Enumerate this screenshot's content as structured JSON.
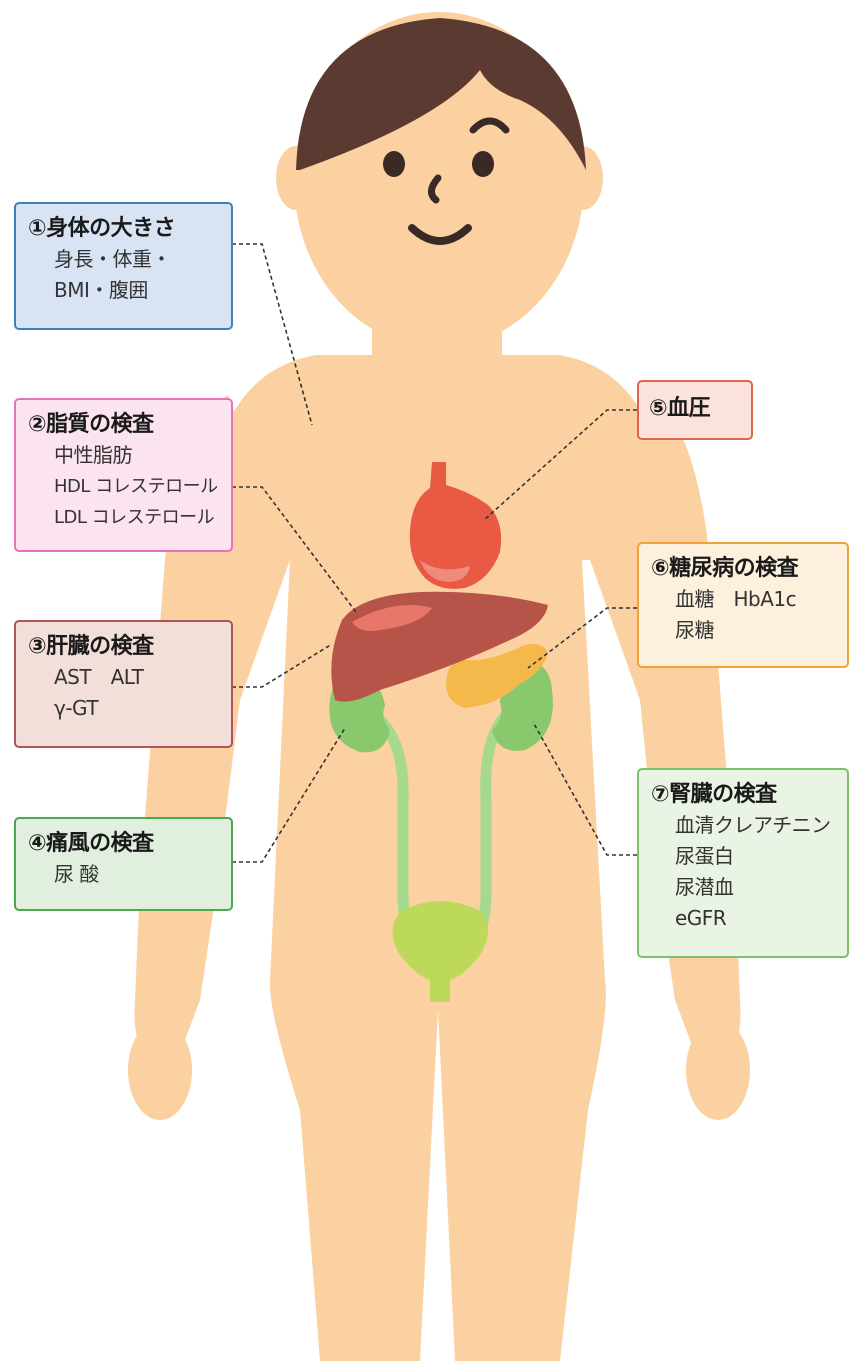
{
  "boxes": [
    {
      "key": "body_size",
      "number": "①",
      "title": "身体の大きさ",
      "items": [
        "身長・体重・",
        "BMI・腹囲"
      ],
      "border": "#3d7fc1",
      "fill": "#d8e4f4"
    },
    {
      "key": "lipid",
      "number": "②",
      "title": "脂質の検査",
      "items": [
        "中性脂肪",
        "HDL コレステロール",
        "LDL コレステロール"
      ],
      "border": "#e673b5",
      "fill": "#fbe3ef"
    },
    {
      "key": "liver",
      "number": "③",
      "title": "肝臓の検査",
      "items": [
        "AST　ALT",
        "γ-GT"
      ],
      "border": "#b0545a",
      "fill": "#f3dfd9"
    },
    {
      "key": "gout",
      "number": "④",
      "title": "痛風の検査",
      "items": [
        "尿 酸"
      ],
      "border": "#4aa84f",
      "fill": "#e1efdf"
    },
    {
      "key": "blood_pressure",
      "number": "⑤",
      "title": "血圧",
      "items": [],
      "border": "#e0654d",
      "fill": "#fbe2da"
    },
    {
      "key": "diabetes",
      "number": "⑥",
      "title": "糖尿病の検査",
      "items": [
        "血糖　HbA1c",
        "尿糖"
      ],
      "border": "#f0a23a",
      "fill": "#fdf0dc"
    },
    {
      "key": "kidney",
      "number": "⑦",
      "title": "腎臓の検査",
      "items": [
        "血清クレアチニン",
        "尿蛋白",
        "尿潜血",
        "eGFR"
      ],
      "border": "#7cc26b",
      "fill": "#eaf4e4"
    }
  ],
  "colors": {
    "skin": "#fcd1a2",
    "hair": "#5b3a31",
    "face_features": "#3a2a26",
    "heart": "#e85a44",
    "heart_highlight": "#f08a7c",
    "liver": "#b6544a",
    "liver_highlight": "#e9766a",
    "pancreas": "#f5b84a",
    "kidney": "#8ac86d",
    "ureter": "#a6d98e",
    "bladder": "#bcd95a",
    "leader_line": "#333333"
  }
}
